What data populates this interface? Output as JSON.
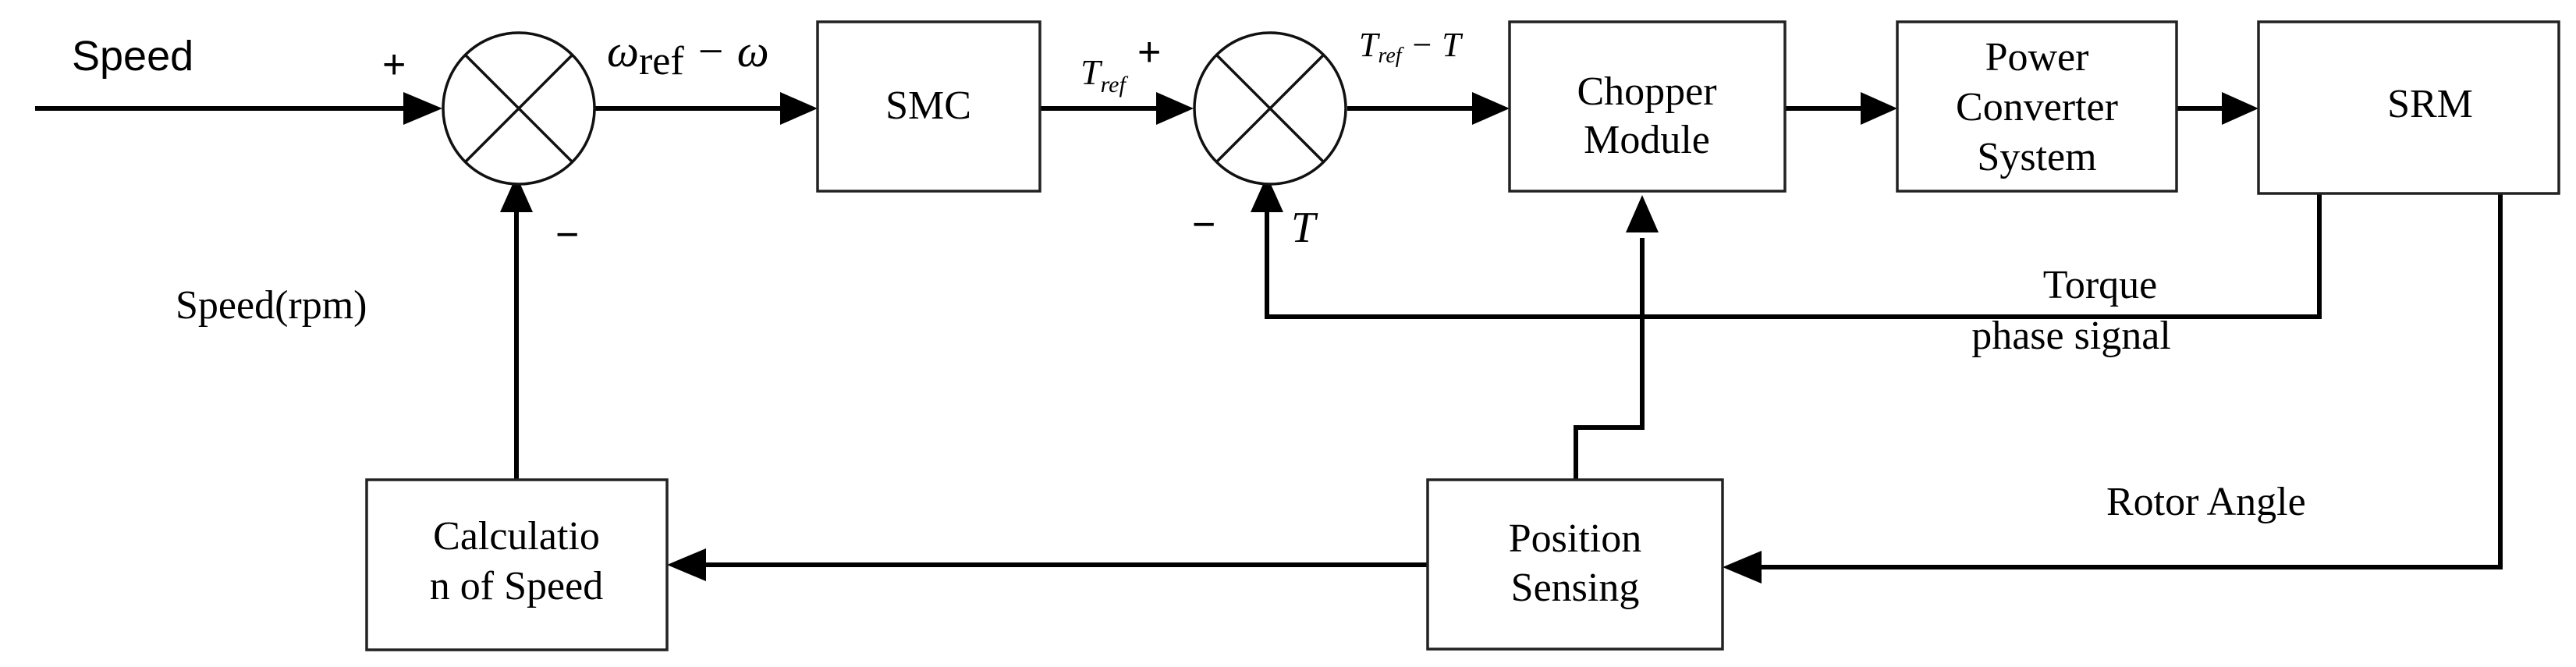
{
  "input_label": "Speed",
  "blocks": {
    "smc": "SMC",
    "chopper": [
      "Chopper",
      "Module"
    ],
    "power_converter": [
      "Power",
      "Converter",
      "System"
    ],
    "srm": "SRM",
    "calc_speed": [
      "Calculatio",
      "n of Speed"
    ],
    "position_sensing": [
      "Position",
      "Sensing"
    ]
  },
  "signals": {
    "speed_error_omega": "ω",
    "speed_error_sub": "ref",
    "speed_error_tail": " − ω",
    "t_ref": "T",
    "t_ref_sub": "ref",
    "torque_error_t": "T",
    "torque_error_sub": "ref",
    "torque_error_tail": " − T",
    "torque_feedback": "T",
    "speed_rpm": "Speed(rpm)",
    "torque_phase": [
      "Torque",
      "phase signal"
    ],
    "rotor_angle": "Rotor Angle"
  },
  "signs": {
    "sum1_plus": "+",
    "sum1_minus": "−",
    "sum2_plus": "+",
    "sum2_minus": "−"
  }
}
